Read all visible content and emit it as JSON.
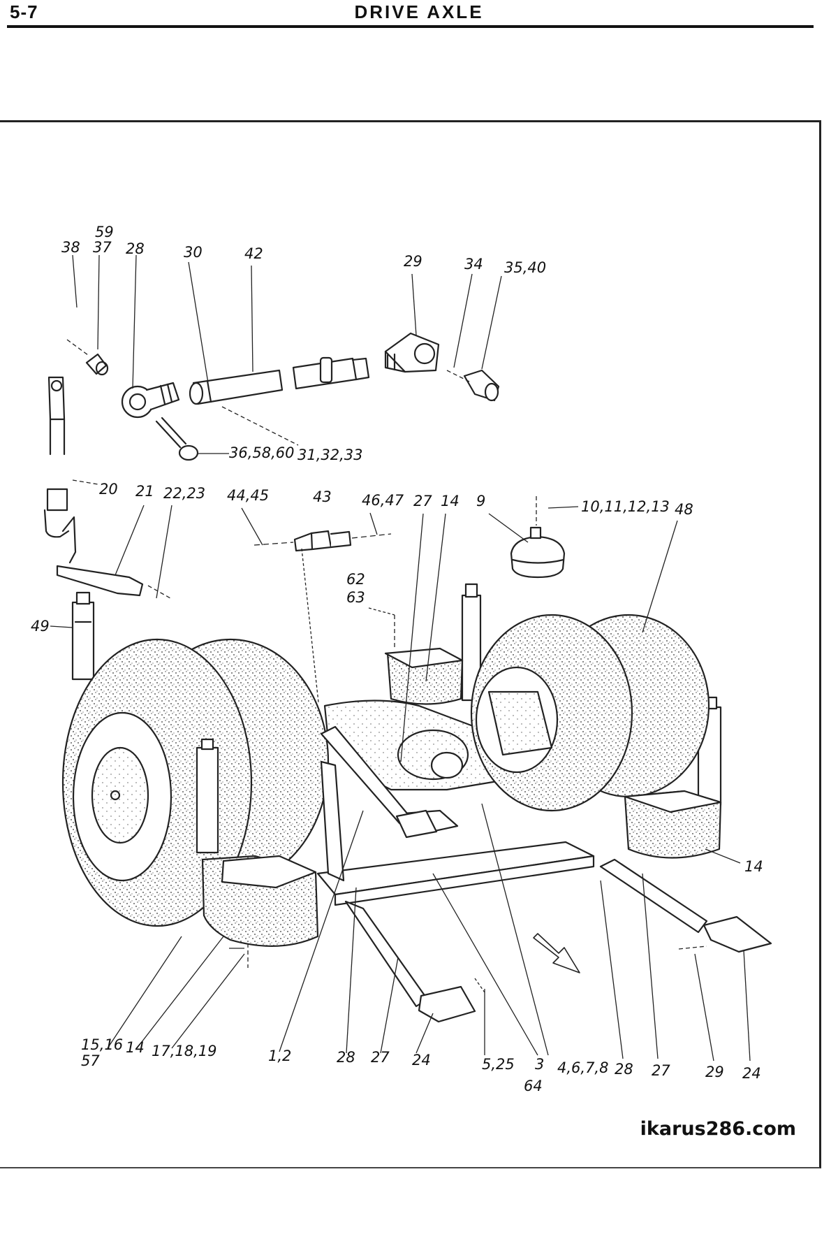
{
  "header": {
    "page_number": "5-7",
    "title": "DRIVE AXLE"
  },
  "callouts": [
    {
      "id": "c-59",
      "text": "59"
    },
    {
      "id": "c-38",
      "text": "38"
    },
    {
      "id": "c-37",
      "text": "37"
    },
    {
      "id": "c-28a",
      "text": "28"
    },
    {
      "id": "c-30",
      "text": "30"
    },
    {
      "id": "c-42",
      "text": "42"
    },
    {
      "id": "c-29a",
      "text": "29"
    },
    {
      "id": "c-34",
      "text": "34"
    },
    {
      "id": "c-35-40",
      "text": "35,40"
    },
    {
      "id": "c-36-58-60",
      "text": "36,58,60"
    },
    {
      "id": "c-31-32-33",
      "text": "31,32,33"
    },
    {
      "id": "c-20",
      "text": "20"
    },
    {
      "id": "c-21",
      "text": "21"
    },
    {
      "id": "c-22-23",
      "text": "22,23"
    },
    {
      "id": "c-44-45",
      "text": "44,45"
    },
    {
      "id": "c-43",
      "text": "43"
    },
    {
      "id": "c-46-47",
      "text": "46,47"
    },
    {
      "id": "c-27a",
      "text": "27"
    },
    {
      "id": "c-14a",
      "text": "14"
    },
    {
      "id": "c-9",
      "text": "9"
    },
    {
      "id": "c-10-13",
      "text": "10,11,12,13"
    },
    {
      "id": "c-48",
      "text": "48"
    },
    {
      "id": "c-62",
      "text": "62"
    },
    {
      "id": "c-63",
      "text": "63"
    },
    {
      "id": "c-49",
      "text": "49"
    },
    {
      "id": "c-14b",
      "text": "14"
    },
    {
      "id": "c-15-16",
      "text": "15,16"
    },
    {
      "id": "c-57",
      "text": "57"
    },
    {
      "id": "c-14c",
      "text": "14"
    },
    {
      "id": "c-17-19",
      "text": "17,18,19"
    },
    {
      "id": "c-1-2",
      "text": "1,2"
    },
    {
      "id": "c-28b",
      "text": "28"
    },
    {
      "id": "c-27b",
      "text": "27"
    },
    {
      "id": "c-24a",
      "text": "24"
    },
    {
      "id": "c-5-25",
      "text": "5,25"
    },
    {
      "id": "c-3",
      "text": "3"
    },
    {
      "id": "c-64",
      "text": "64"
    },
    {
      "id": "c-4-8",
      "text": "4,6,7,8"
    },
    {
      "id": "c-28c",
      "text": "28"
    },
    {
      "id": "c-27c",
      "text": "27"
    },
    {
      "id": "c-29b",
      "text": "29"
    },
    {
      "id": "c-24b",
      "text": "24"
    }
  ],
  "watermark": "ikarus286.com"
}
